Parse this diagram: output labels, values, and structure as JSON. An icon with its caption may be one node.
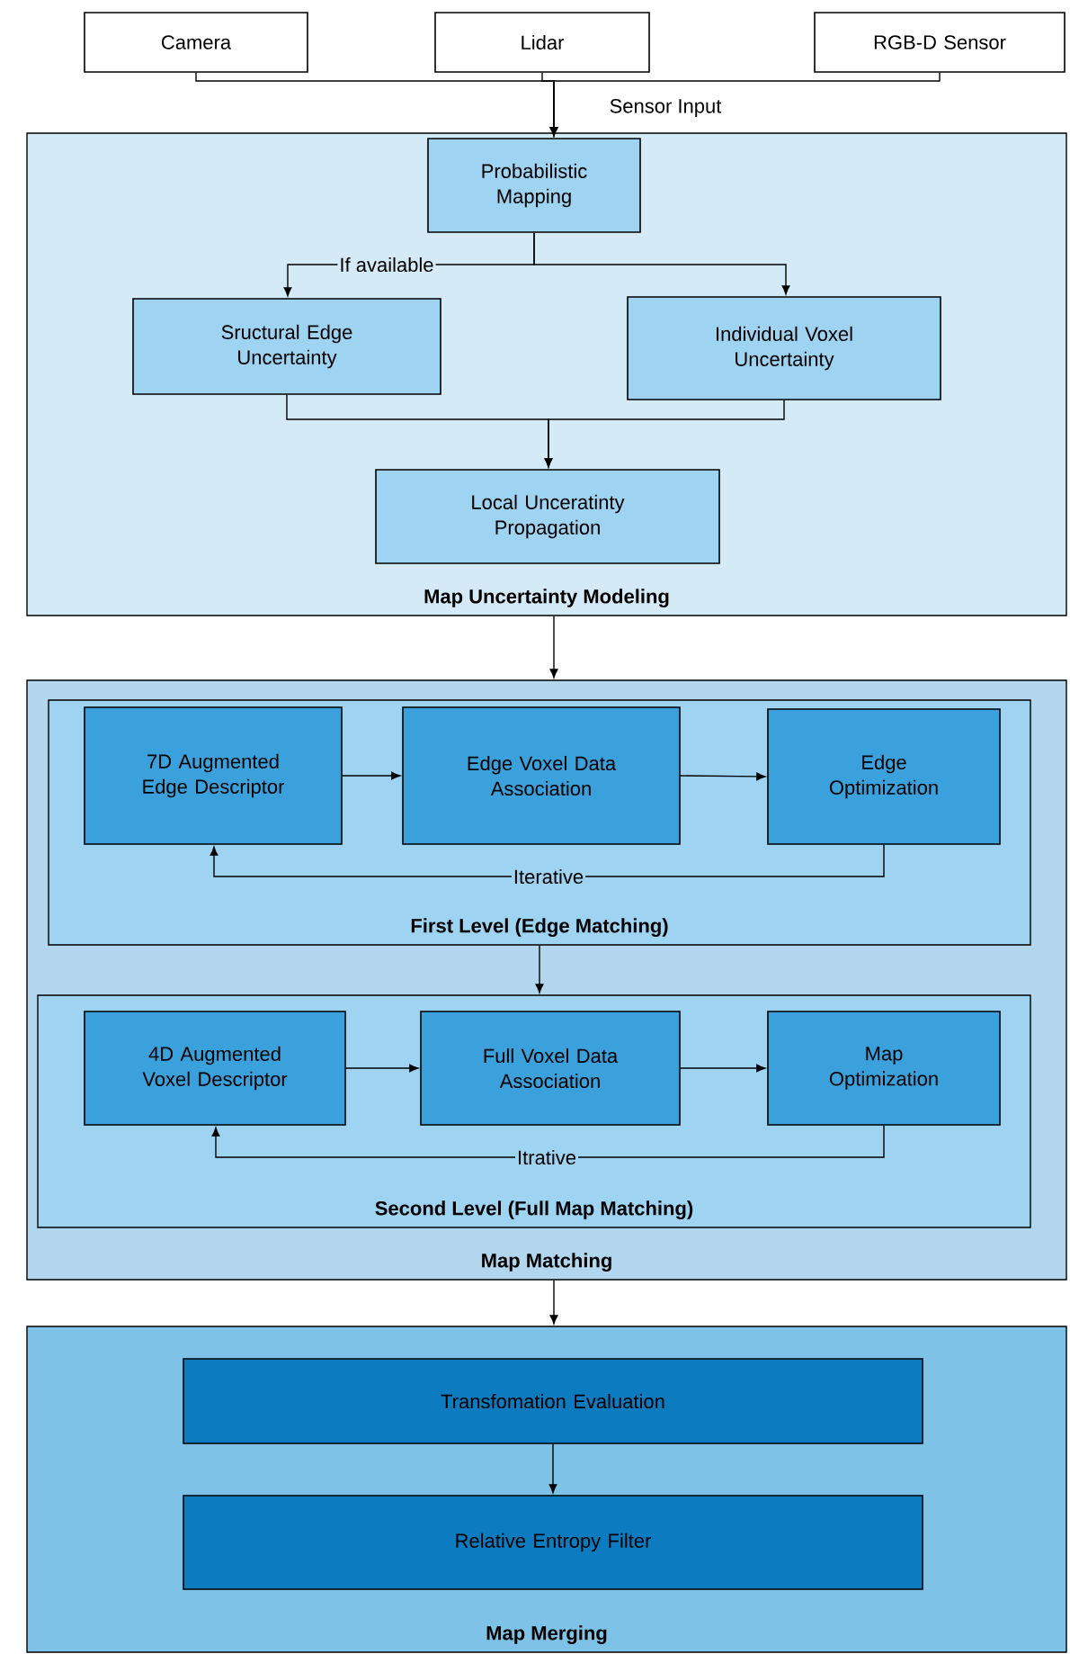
{
  "diagram": {
    "nodes": [
      {
        "text": [
          "Camera"
        ]
      },
      {
        "text": [
          "Lidar"
        ]
      },
      {
        "text": [
          "RGB-D Sensor"
        ]
      },
      {
        "text": [
          "Map Uncertainty Modeling"
        ]
      },
      {
        "text": [
          "Probabilistic Mapping"
        ],
        "in": 3
      },
      {
        "text": [
          "Sructural Edge Uncertainty"
        ],
        "in": 3
      },
      {
        "text": [
          "Individual Voxel Uncertainty"
        ],
        "in": 3
      },
      {
        "text": [
          "Local Unceratinty Propagation"
        ],
        "in": 3
      },
      {
        "text": [
          "Map Matching"
        ]
      },
      {
        "text": [
          "First Level (Edge Matching)"
        ],
        "in": 8
      },
      {
        "text": [
          "7D Augmented Edge Descriptor"
        ],
        "in": 9
      },
      {
        "text": [
          "Edge Voxel Data Association"
        ],
        "in": 9
      },
      {
        "text": [
          "Edge Optimization"
        ],
        "in": 9
      },
      {
        "text": [
          "Second Level (Full Map Matching)"
        ],
        "in": 8
      },
      {
        "text": [
          "4D Augmented Voxel Descriptor"
        ],
        "in": 13
      },
      {
        "text": [
          "Full Voxel Data Association"
        ],
        "in": 13
      },
      {
        "text": [
          "Map Optimization"
        ],
        "in": 13
      },
      {
        "text": [
          "Map Merging"
        ]
      },
      {
        "text": [
          "Transfomation Evaluation"
        ],
        "in": 17
      },
      {
        "text": [
          "Relative Entropy Filter"
        ],
        "in": 17
      }
    ],
    "edges": [
      {
        "from": 0,
        "to": 4,
        "arrow": "to"
      },
      {
        "from": 1,
        "to": 4,
        "arrow": "to"
      },
      {
        "from": 2,
        "to": 4,
        "arrow": "to",
        "label": "Sensor Input"
      },
      {
        "from": 4,
        "to": 5,
        "arrow": "to",
        "label": "If available"
      },
      {
        "from": 4,
        "to": 6,
        "arrow": "to"
      },
      {
        "from": 5,
        "to": 7,
        "arrow": "to"
      },
      {
        "from": 6,
        "to": 7,
        "arrow": "to"
      },
      {
        "from": 3,
        "to": 8,
        "arrow": "to"
      },
      {
        "from": 10,
        "to": 11,
        "arrow": "to"
      },
      {
        "from": 11,
        "to": 12,
        "arrow": "to"
      },
      {
        "from": 12,
        "to": 10,
        "arrow": "to",
        "label": "Iterative"
      },
      {
        "from": 9,
        "to": 13,
        "arrow": "to"
      },
      {
        "from": 14,
        "to": 15,
        "arrow": "to"
      },
      {
        "from": 15,
        "to": 16,
        "arrow": "to"
      },
      {
        "from": 16,
        "to": 14,
        "arrow": "to",
        "label": "Itrative"
      },
      {
        "from": 8,
        "to": 17,
        "arrow": "to"
      },
      {
        "from": 18,
        "to": 19,
        "arrow": "to"
      }
    ]
  }
}
